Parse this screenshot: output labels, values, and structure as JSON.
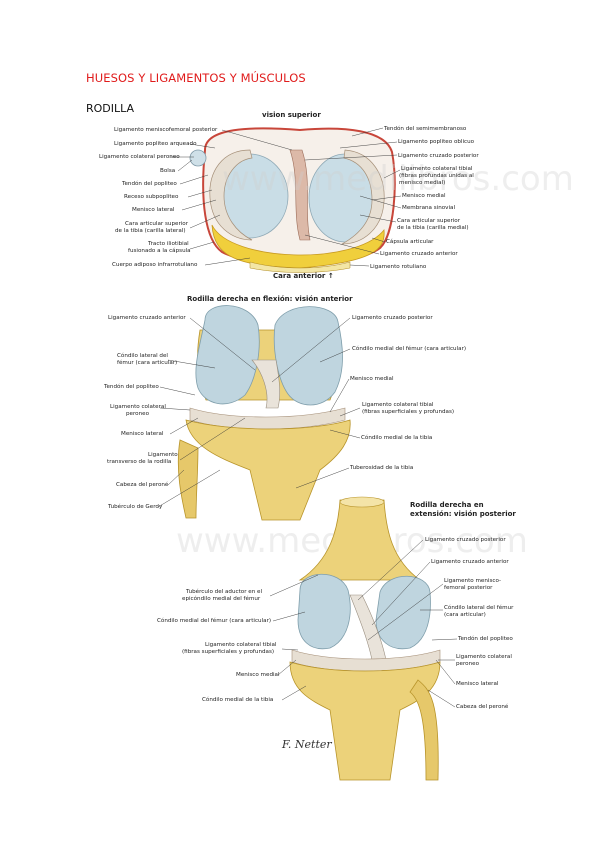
{
  "header": {
    "section_title": "HUESOS Y LIGAMENTOS Y MÚSCULOS",
    "subsection_title": "RODILLA"
  },
  "figure_top": {
    "title": "vision superior",
    "bottom_caption": "Cara anterior ↑",
    "labels_left": [
      "Ligamento meniscofemoral posterior",
      "Ligamento popliteo arqueado",
      "Ligamento colateral peroneo",
      "Bolsa",
      "Tendón del popliteo",
      "Receso subpopliteo",
      "Menisco lateral",
      "Cara articular superior",
      "de la tibia (carilla lateral)",
      "Tracto iliotibial",
      "fusionado a la cápsula",
      "Cuerpo adiposo infrarrotuliano"
    ],
    "labels_right": [
      "Tendón del semimembranoso",
      "Ligamento popliteo oblicuo",
      "Ligamento cruzado posterior",
      "Ligamento colateral tibial",
      "(fibras profundas unidas al",
      "menisco medial)",
      "Menisco medial",
      "Membrana sinovial",
      "Cara articular superior",
      "de la tibia (carilla medial)",
      "Cápsula articular",
      "Ligamento cruzado anterior",
      "Ligamento rotuliano"
    ]
  },
  "figure_mid": {
    "title": "Rodilla derecha en flexión: visión anterior",
    "labels_left": [
      "Ligamento cruzado anterior",
      "Cóndilo lateral del",
      "fémur (cara articular)",
      "Tendón del popliteo",
      "Ligamento colateral",
      "peroneo",
      "Menisco lateral",
      "Ligamento",
      "transverso de la rodilla",
      "Cabeza del peroné",
      "Tubérculo de Gerdy"
    ],
    "labels_right": [
      "Ligamento cruzado posterior",
      "Cóndilo medial del fémur (cara articular)",
      "Menisco medial",
      "Ligamento colateral tibial",
      "(fibras superficiales y profundas)",
      "Cóndilo medial de la tibia",
      "Tuberosidad de la tibia"
    ]
  },
  "figure_bottom": {
    "title_line1": "Rodilla derecha en",
    "title_line2": "extensión: visión posterior",
    "labels_left": [
      "Tubérculo del aductor en el",
      "epicóndilo medial del fémur",
      "Cóndilo medial del fémur (cara articular)",
      "Ligamento colateral tibial",
      "(fibras superficiales y profundas)",
      "Menisco medial",
      "Cóndilo medial de la tibia"
    ],
    "labels_right": [
      "Ligamento cruzado posterior",
      "Ligamento cruzado anterior",
      "Ligamento menisco-",
      "femoral posterior",
      "Cóndilo lateral del fémur",
      "(cara articular)",
      "Tendón del popliteo",
      "Ligamento colateral",
      "peroneo",
      "Menisco lateral",
      "Cabeza del peroné"
    ]
  },
  "watermark": {
    "text_top": "www.medilibros.com",
    "text_mid": "www.medilibros.com"
  },
  "signature": {
    "text": "F. Netter"
  },
  "colors": {
    "heading_red": "#e01b1b",
    "bone": "#ecd27a",
    "cartilage": "#b9d3df",
    "ligament": "#e9e3da",
    "fat_pad": "#f0cf3c",
    "capsule_red": "#c8463a"
  }
}
